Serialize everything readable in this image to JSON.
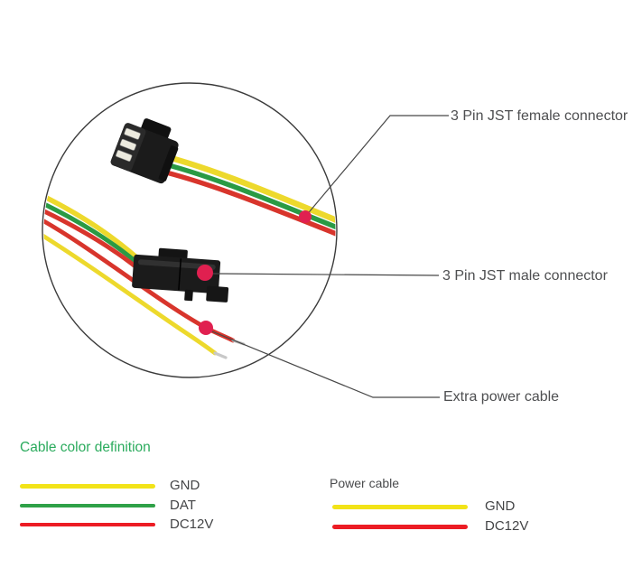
{
  "annotations": {
    "female": "3 Pin JST female connector",
    "male": "3 Pin JST male connector",
    "extra": "Extra power cable"
  },
  "legend": {
    "title": "Cable color definition",
    "cable_rows": [
      {
        "label": "GND",
        "color": "#f2e318"
      },
      {
        "label": "DAT",
        "color": "#2fa148"
      },
      {
        "label": "DC12V",
        "color": "#ec1c24"
      }
    ],
    "power": {
      "title": "Power cable",
      "rows": [
        {
          "label": "GND",
          "color": "#f2e318"
        },
        {
          "label": "DC12V",
          "color": "#ec1c24"
        }
      ]
    }
  },
  "colors": {
    "legend_title_green": "#2bab5d",
    "annotation_text": "#4e4f51",
    "marker_red": "#e02050",
    "wire_yellow": "#edd92c",
    "wire_green": "#2a9a44",
    "wire_red": "#d8352c",
    "connector_black": "#1b1b1b",
    "leader_line": "#474747"
  }
}
